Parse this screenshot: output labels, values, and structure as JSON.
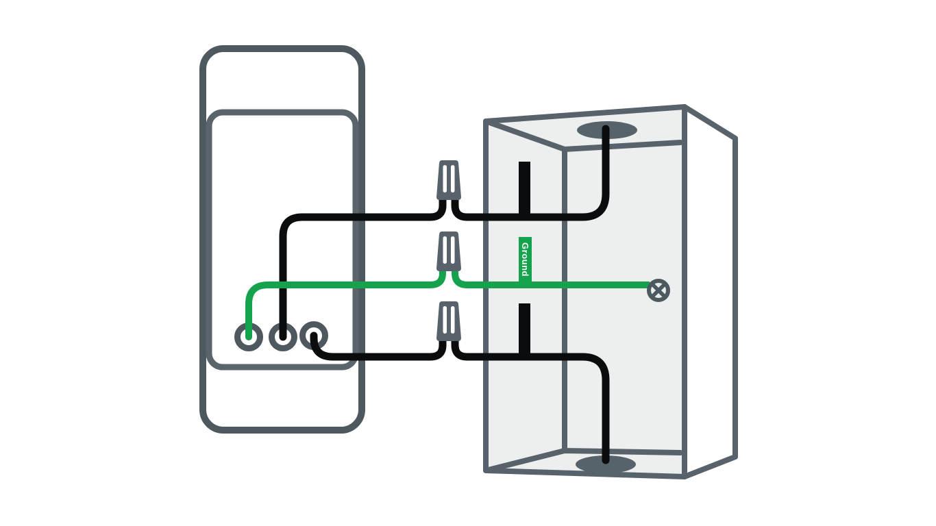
{
  "labels": {
    "ground_wire": "Ground"
  },
  "counts": {
    "wire_nuts": 3,
    "device_terminals": 3,
    "box_knockouts": 2
  },
  "colors": {
    "background": "#FFFFFF",
    "device_outline": "#4E585F",
    "device_divider": "#5A656B",
    "terminal_fill": "#FFFFFF",
    "box_outline": "#57626A",
    "box_interior": "#EDEEEE",
    "box_side": "#FFFFFF",
    "knockout": "#57636B",
    "wire_black": "#0B0C0D",
    "wire_green": "#15A24D",
    "wire_nut": "#57626B",
    "nut_slot": "#FFFFFF",
    "ground_label_bg": "#15A24D",
    "ground_label_text": "#FFFFFF",
    "screw_outline": "#4E585F",
    "screw_fill": "#E9ECEC"
  }
}
